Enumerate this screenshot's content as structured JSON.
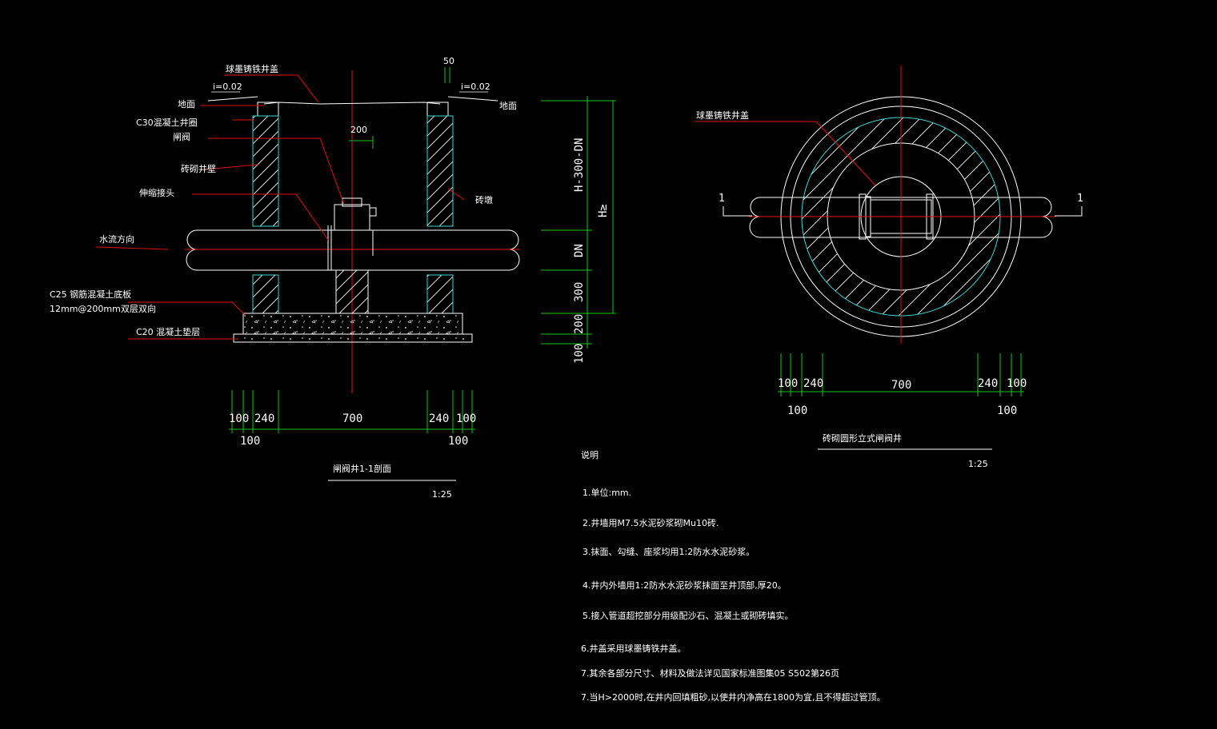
{
  "section": {
    "labels": {
      "cover": "球墨铸铁井盖",
      "slope_left": "i=0.02",
      "slope_right": "i=0.02",
      "dim_50": "50",
      "ground_left": "地面",
      "ground_right": "地面",
      "ring": "C30混凝土井圈",
      "valve": "闸阀",
      "wall": "砖砌井壁",
      "dim_200": "200",
      "joint": "伸缩接头",
      "pier": "砖墩",
      "flow": "水流方向",
      "slab1": "C25 钢筋混凝土底板",
      "slab2": "12mm@200mm双层双向",
      "cushion": "C20 混凝土垫层"
    },
    "vdims": [
      "H-300-DN",
      "H≥",
      "DN",
      "300",
      "200",
      "100"
    ],
    "hdims_top": [
      "100",
      "240",
      "700",
      "240",
      "100"
    ],
    "hdims_bottom": [
      "100",
      "100"
    ],
    "title": "闸阀井1-1剖面",
    "scale": "1:25"
  },
  "plan": {
    "cover": "球墨铸铁井盖",
    "cut_left": "1",
    "cut_right": "1",
    "hdims_top": [
      "100",
      "240",
      "700",
      "240",
      "100"
    ],
    "hdims_bottom": [
      "100",
      "100"
    ],
    "title": "砖砌圆形立式闸阀井",
    "scale": "1:25"
  },
  "notes": {
    "heading": "说明",
    "items": [
      "1.单位:mm.",
      "2.井墙用M7.5水泥砂浆砌Mu10砖.",
      "3.抹面、勾缝、座浆均用1:2防水水泥砂浆。",
      "4.井内外墙用1:2防水水泥砂浆抹面至井顶部,厚20。",
      "5.接入管道超挖部分用级配沙石、混凝土或砌砖填实。",
      "6.井盖采用球墨铸铁井盖。",
      "7.其余各部分尺寸、材料及做法详见国家标准图集05 S502第26页",
      "7.当H>2000时,在井内回填粗砂,以使井内净高在1800为宜,且不得超过管顶。"
    ]
  },
  "colors": {
    "red": "#e01010",
    "green": "#19c419",
    "cyan": "#3ad7d7",
    "white": "#ffffff",
    "yellow": "#e8e800"
  }
}
